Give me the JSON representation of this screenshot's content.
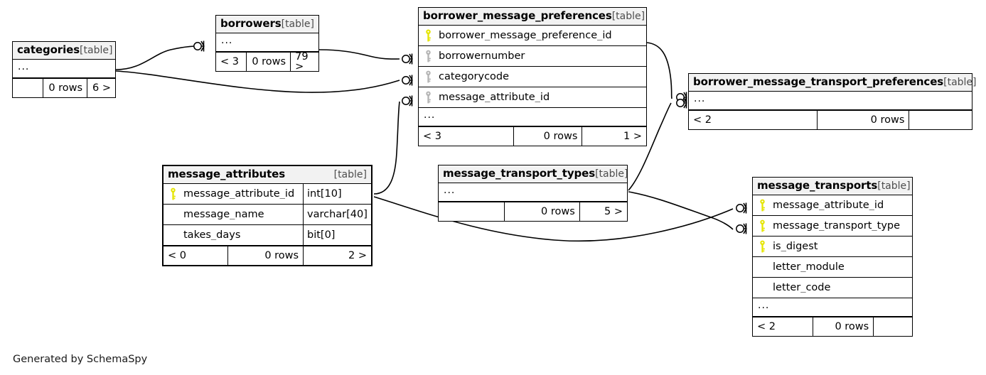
{
  "diagram": {
    "title": "SchemaSpy relationships diagram",
    "caption": "Generated by SchemaSpy",
    "table_tag": "[table]",
    "ellipsis": "...",
    "colors": {
      "primary_key": "#e5e500",
      "foreign_key": "#b3b3b3",
      "header_bg": "#f2f2f2",
      "border": "#000000",
      "background": "#ffffff"
    }
  },
  "tables": [
    {
      "id": "categories",
      "name": "categories",
      "tag": "[table]",
      "collapsed": true,
      "focal": false,
      "columns": [],
      "footer": {
        "left": "",
        "center": "0 rows",
        "right": "6 >"
      }
    },
    {
      "id": "borrowers",
      "name": "borrowers",
      "tag": "[table]",
      "collapsed": true,
      "focal": false,
      "columns": [],
      "footer": {
        "left": "< 3",
        "center": "0 rows",
        "right": "79 >"
      }
    },
    {
      "id": "borrower_message_preferences",
      "name": "borrower_message_preferences",
      "tag": "[table]",
      "collapsed": false,
      "focal": false,
      "columns": [
        {
          "key": "primary",
          "name": "borrower_message_preference_id",
          "type": ""
        },
        {
          "key": "foreign",
          "name": "borrowernumber",
          "type": ""
        },
        {
          "key": "foreign",
          "name": "categorycode",
          "type": ""
        },
        {
          "key": "foreign",
          "name": "message_attribute_id",
          "type": ""
        }
      ],
      "footer": {
        "left": "< 3",
        "center": "0 rows",
        "right": "1 >"
      }
    },
    {
      "id": "borrower_message_transport_preferences",
      "name": "borrower_message_transport_preferences",
      "tag": "[table]",
      "collapsed": true,
      "focal": false,
      "columns": [],
      "footer": {
        "left": "< 2",
        "center": "0 rows",
        "right": ""
      }
    },
    {
      "id": "message_attributes",
      "name": "message_attributes",
      "tag": "[table]",
      "collapsed": false,
      "focal": true,
      "columns": [
        {
          "key": "primary",
          "name": "message_attribute_id",
          "type": "int[10]"
        },
        {
          "key": "none",
          "name": "message_name",
          "type": "varchar[40]"
        },
        {
          "key": "none",
          "name": "takes_days",
          "type": "bit[0]"
        }
      ],
      "footer": {
        "left": "< 0",
        "center": "0 rows",
        "right": "2 >"
      }
    },
    {
      "id": "message_transport_types",
      "name": "message_transport_types",
      "tag": "[table]",
      "collapsed": true,
      "focal": false,
      "columns": [],
      "footer": {
        "left": "",
        "center": "0 rows",
        "right": "5 >"
      }
    },
    {
      "id": "message_transports",
      "name": "message_transports",
      "tag": "[table]",
      "collapsed": false,
      "focal": false,
      "columns": [
        {
          "key": "primary",
          "name": "message_attribute_id",
          "type": ""
        },
        {
          "key": "primary",
          "name": "message_transport_type",
          "type": ""
        },
        {
          "key": "primary",
          "name": "is_digest",
          "type": ""
        },
        {
          "key": "none",
          "name": "letter_module",
          "type": ""
        },
        {
          "key": "none",
          "name": "letter_code",
          "type": ""
        }
      ],
      "footer": {
        "left": "< 2",
        "center": "0 rows",
        "right": ""
      }
    }
  ],
  "relationships": [
    {
      "from": "categories",
      "to": "borrowers",
      "to_column": "...",
      "cardinality": "zero-or-many"
    },
    {
      "from": "categories",
      "to": "borrower_message_preferences",
      "to_column": "categorycode",
      "cardinality": "zero-or-many"
    },
    {
      "from": "borrowers",
      "to": "borrower_message_preferences",
      "to_column": "borrowernumber",
      "cardinality": "zero-or-many"
    },
    {
      "from": "message_attributes",
      "to": "borrower_message_preferences",
      "to_column": "message_attribute_id",
      "cardinality": "zero-or-many"
    },
    {
      "from": "borrower_message_preferences",
      "to": "borrower_message_transport_preferences",
      "to_column": "...",
      "cardinality": "zero-or-many"
    },
    {
      "from": "message_transport_types",
      "to": "borrower_message_transport_preferences",
      "to_column": "...",
      "cardinality": "zero-or-many"
    },
    {
      "from": "message_attributes",
      "to": "message_transports",
      "to_column": "message_attribute_id",
      "cardinality": "zero-or-many"
    },
    {
      "from": "message_transport_types",
      "to": "message_transports",
      "to_column": "message_transport_type",
      "cardinality": "zero-or-many"
    }
  ]
}
